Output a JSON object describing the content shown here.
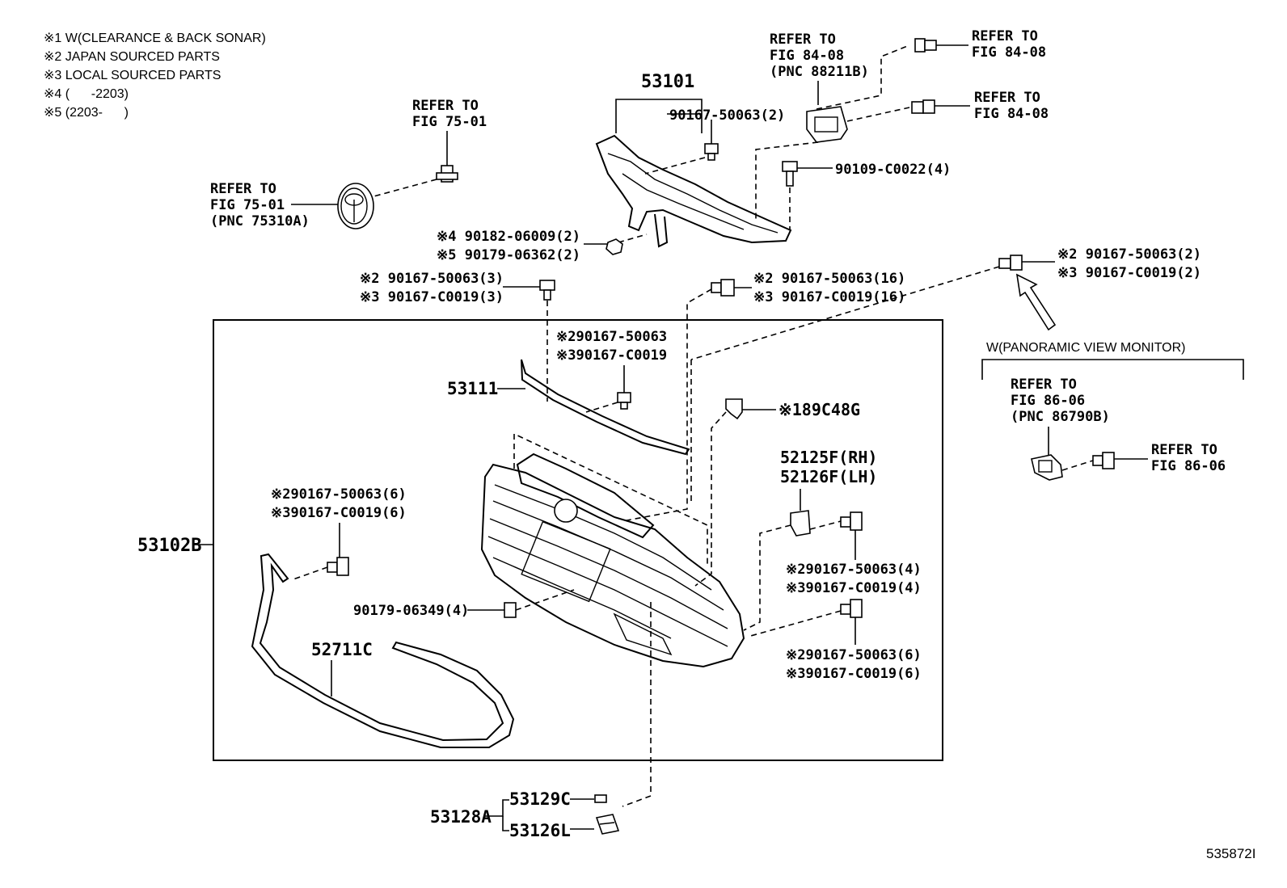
{
  "legend": [
    "※1 W(CLEARANCE & BACK SONAR)",
    "※2 JAPAN SOURCED PARTS",
    "※3 LOCAL SOURCED PARTS",
    "※4 (      -2203)",
    "※5 (2203-      )"
  ],
  "refs": {
    "fig7501_top": [
      "REFER TO",
      "FIG 75-01"
    ],
    "fig7501_emblem": [
      "REFER TO",
      "FIG 75-01",
      "(PNC 75310A)"
    ],
    "fig8408_sensor": [
      "REFER TO",
      "FIG 84-08",
      "(PNC 88211B)"
    ],
    "fig8408_r1": [
      "REFER TO",
      "FIG 84-08"
    ],
    "fig8408_r2": [
      "REFER TO",
      "FIG 84-08"
    ],
    "fig8606_cam": [
      "REFER TO",
      "FIG 86-06",
      "(PNC 86790B)"
    ],
    "fig8606_r": [
      "REFER TO",
      "FIG 86-06"
    ]
  },
  "labels": {
    "p53101": "53101",
    "p90167_50063_2": "90167-50063(2)",
    "p90109": "90109-C0022(4)",
    "p4_90182": "※4 90182-06009(2)",
    "p5_90179": "※5 90179-06362(2)",
    "left_2": "※2 90167-50063(3)",
    "left_3": "※3 90167-C0019(3)",
    "mid_2": "※2 90167-50063(16)",
    "mid_3": "※3 90167-C0019(16)",
    "pan_2": "※2 90167-50063(2)",
    "pan_3": "※3 90167-C0019(2)",
    "panoramic": "W(PANORAMIC VIEW MONITOR)",
    "box_2": "※290167-50063",
    "box_3": "※390167-C0019",
    "p53111": "53111",
    "p89c48g": "※189C48G",
    "p52125f": "52125F(RH)",
    "p52126f": "52126F(LH)",
    "grille_2": "※290167-50063(6)",
    "grille_3": "※390167-C0019(6)",
    "p53102b": "53102B",
    "p90179_06349": "90179-06349(4)",
    "p52711c": "52711C",
    "r4_2": "※290167-50063(4)",
    "r4_3": "※390167-C0019(4)",
    "r6_2": "※290167-50063(6)",
    "r6_3": "※390167-C0019(6)",
    "p53128a": "53128A",
    "p53129c": "53129C",
    "p53126l": "53126L",
    "code": "535872I"
  }
}
